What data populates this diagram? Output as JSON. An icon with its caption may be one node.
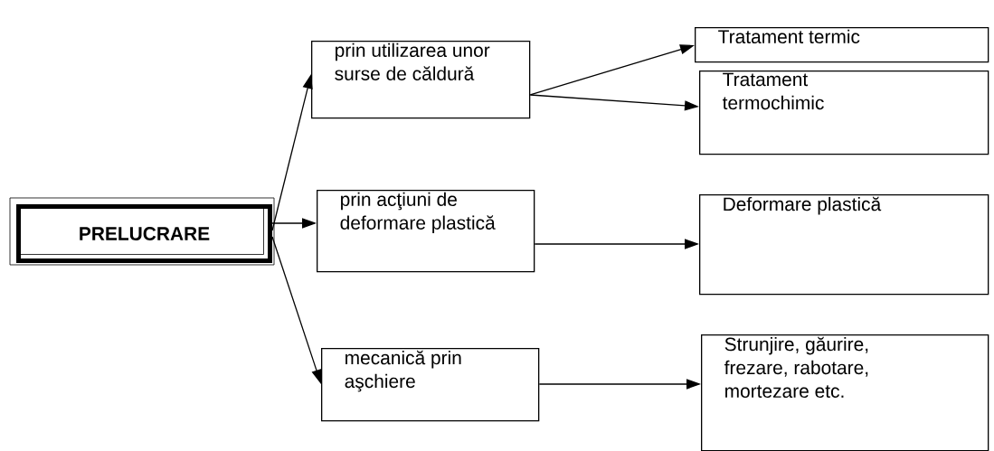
{
  "diagram": {
    "nodes": [
      {
        "text": [
          "**PRELUCRARE**"
        ]
      },
      {
        "text": [
          "prin utilizarea unor surse de căldură"
        ]
      },
      {
        "text": [
          "Tratament termic"
        ]
      },
      {
        "text": [
          "Tratament termochimic"
        ]
      },
      {
        "text": [
          "prin acţiuni de deformare plastică"
        ]
      },
      {
        "text": [
          "Deformare plastică"
        ]
      },
      {
        "text": [
          "mecanică prin aşchiere"
        ]
      },
      {
        "text": [
          "Strunjire, găurire, frezare, rabotare, mortezare etc."
        ]
      }
    ],
    "edges": [
      {
        "from": 0,
        "to": 1,
        "arrow": "to"
      },
      {
        "from": 0,
        "to": 4,
        "arrow": "to"
      },
      {
        "from": 0,
        "to": 6,
        "arrow": "to"
      },
      {
        "from": 1,
        "to": 2,
        "arrow": "to"
      },
      {
        "from": 1,
        "to": 3,
        "arrow": "to"
      },
      {
        "from": 4,
        "to": 5,
        "arrow": "to"
      },
      {
        "from": 6,
        "to": 7,
        "arrow": "to"
      }
    ]
  }
}
